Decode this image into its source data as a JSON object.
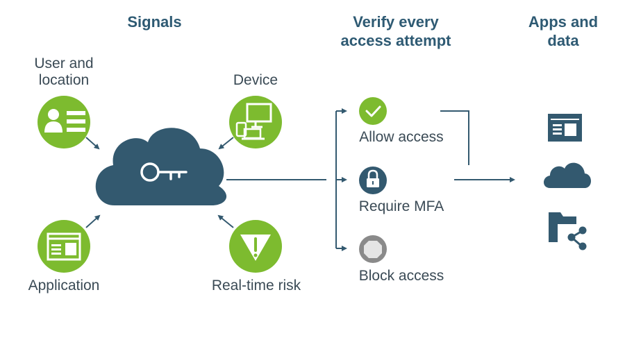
{
  "headers": {
    "signals": "Signals",
    "verify_line1": "Verify every",
    "verify_line2": "access attempt",
    "apps_line1": "Apps and",
    "apps_line2": "data"
  },
  "signals": {
    "user_location_line1": "User and",
    "user_location_line2": "location",
    "device": "Device",
    "application": "Application",
    "realtime_risk": "Real-time risk"
  },
  "outcomes": {
    "allow": "Allow access",
    "mfa": "Require MFA",
    "block": "Block access"
  },
  "colors": {
    "green": "#7dbb2f",
    "navy": "#33596f",
    "gray": "#8a8a8a",
    "header_text": "#2e5a73",
    "label_text": "#3a4a55"
  }
}
